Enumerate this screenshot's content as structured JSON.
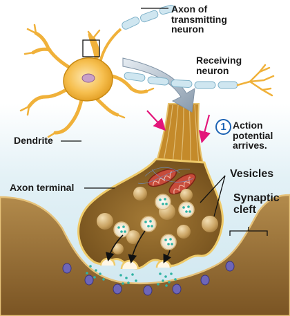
{
  "labels": {
    "axon_of_transmitting": [
      "Axon of",
      "transmitting",
      "neuron"
    ],
    "receiving_neuron": [
      "Receiving",
      "neuron"
    ],
    "dendrite": "Dendrite",
    "axon_terminal": "Axon terminal",
    "step_number": "1",
    "action_potential": [
      "Action",
      "potential",
      "arrives."
    ],
    "vesicles": "Vesicles",
    "synaptic_cleft": [
      "Synaptic",
      "cleft"
    ]
  },
  "colors": {
    "neuron_body": "#f5b73c",
    "neuron_outline": "#c98a12",
    "myelin_sheath": "#cfe6f0",
    "background_fluid": "#d8edf4",
    "receiving_tissue": "#a27a3c",
    "terminal_fill": "#8a6326",
    "vesicle": "#d6b57e",
    "neurotransmitter": "#2fb3a3",
    "signal_arrow": "#e3157a",
    "receptor": "#6e66b8",
    "step_circle": "#1b62b3"
  }
}
